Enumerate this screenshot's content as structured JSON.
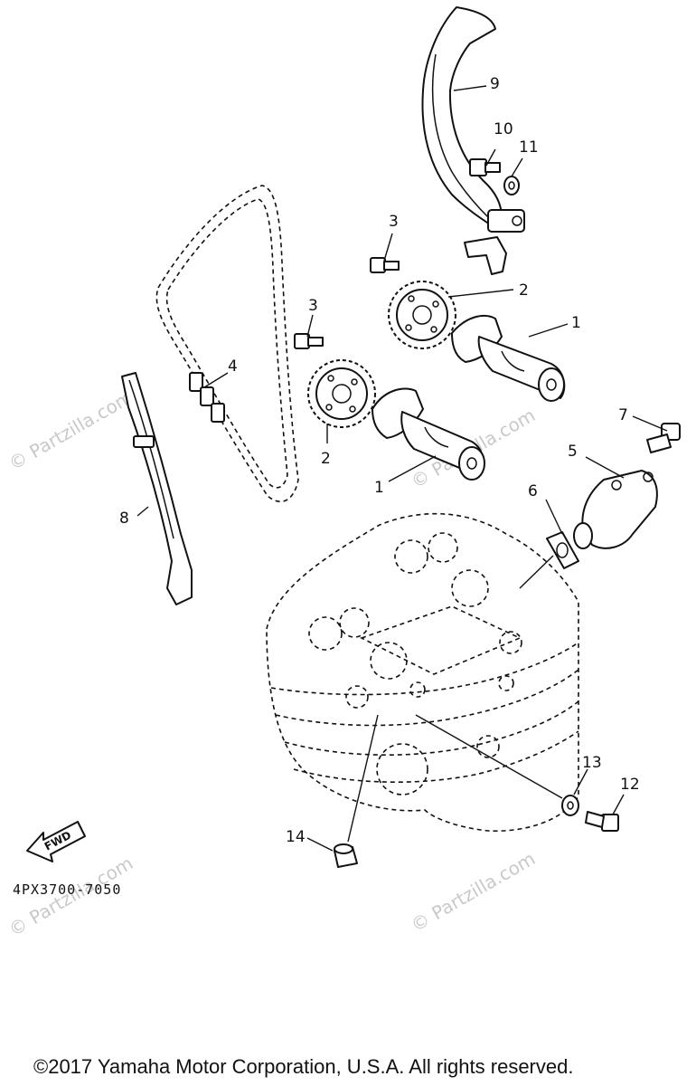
{
  "callouts": {
    "c1a": "1",
    "c1b": "1",
    "c2a": "2",
    "c2b": "2",
    "c3a": "3",
    "c3b": "3",
    "c4": "4",
    "c5": "5",
    "c6": "6",
    "c7": "7",
    "c8": "8",
    "c9": "9",
    "c10": "10",
    "c11": "11",
    "c12": "12",
    "c13": "13",
    "c14": "14"
  },
  "fwd_label": "FWD",
  "diagram_code": "4PX3700-7050",
  "watermark": "© Partzilla.com",
  "copyright": "©2017 Yamaha Motor Corporation, U.S.A. All rights reserved."
}
